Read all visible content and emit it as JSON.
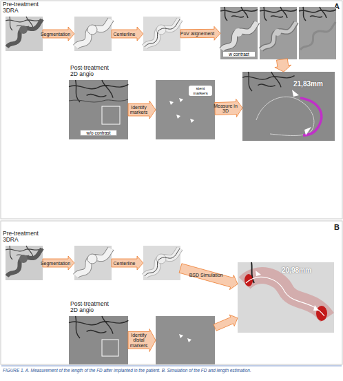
{
  "diagram": {
    "caption": "FIGURE 1. A. Measurement of the length of the FD after implanted in the patient. B. Simulation of the FD and length estimation.",
    "nodes": [
      {
        "text": [
          "Pre-treatment 3DRA"
        ]
      },
      {
        "text": []
      },
      {
        "text": []
      },
      {
        "text": [
          "w contrast"
        ]
      },
      {
        "text": []
      },
      {
        "text": []
      },
      {
        "text": [
          "Post-treatment 2D angio",
          "w/o contrast"
        ]
      },
      {
        "text": [
          "stent markers"
        ]
      },
      {
        "text": [
          "21,83mm"
        ]
      },
      {
        "text": [
          "Pre-treatment 3DRA"
        ]
      },
      {
        "text": []
      },
      {
        "text": []
      },
      {
        "text": [
          "Post-treatment 2D angio"
        ]
      },
      {
        "text": []
      },
      {
        "text": [
          "20,98mm"
        ]
      }
    ],
    "edges": [
      {
        "from": 0,
        "to": 1,
        "label": "Segmentation",
        "arrow": "to"
      },
      {
        "from": 1,
        "to": 2,
        "label": "Centerline",
        "arrow": "to"
      },
      {
        "from": 2,
        "to": 3,
        "label": "PoV alignement",
        "arrow": "to"
      },
      {
        "from": 4,
        "to": 8,
        "arrow": "to"
      },
      {
        "from": 6,
        "to": 7,
        "label": "Identify markers",
        "arrow": "to"
      },
      {
        "from": 7,
        "to": 8,
        "label": "Measure in 3D",
        "arrow": "to"
      },
      {
        "from": 9,
        "to": 10,
        "label": "Segmentation",
        "arrow": "to"
      },
      {
        "from": 10,
        "to": 11,
        "label": "Centerline",
        "arrow": "to"
      },
      {
        "from": 11,
        "to": 14,
        "label": "BSD Simulation",
        "arrow": "to"
      },
      {
        "from": 12,
        "to": 13,
        "label": "Identify distal markers",
        "arrow": "to"
      },
      {
        "from": 13,
        "to": 14,
        "arrow": "to"
      }
    ],
    "labels": [
      "A",
      "B"
    ]
  }
}
